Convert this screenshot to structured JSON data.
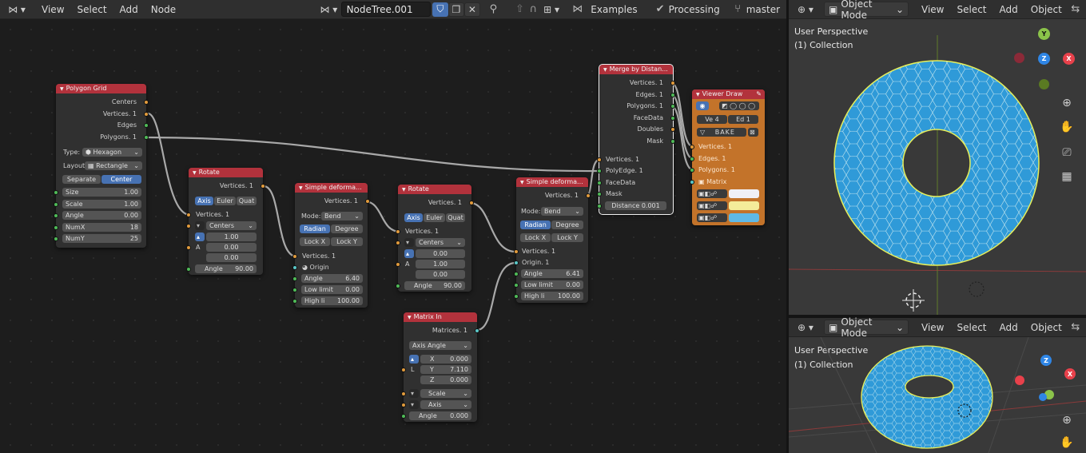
{
  "node_editor_header": {
    "menus": [
      "View",
      "Select",
      "Add",
      "Node"
    ],
    "tree_name": "NodeTree.001",
    "examples_label": "Examples",
    "processing_label": "Processing",
    "branch_label": "master"
  },
  "viewport_header": {
    "mode": "Object Mode",
    "menus": [
      "View",
      "Select",
      "Add",
      "Object"
    ]
  },
  "viewport_top": {
    "line1": "User Perspective",
    "line2": "(1) Collection"
  },
  "viewport_bottom": {
    "line1": "User Perspective",
    "line2": "(1) Collection"
  },
  "gizmo": {
    "x": "X",
    "y": "Y",
    "z": "Z"
  },
  "nodes": {
    "polygon_grid": {
      "title": "Polygon Grid",
      "out_centers": "Centers",
      "out_vertices": "Vertices. 1",
      "out_edges": "Edges",
      "out_polygons": "Polygons. 1",
      "type_label": "Type:",
      "type_value": "Hexagon",
      "layout_label": "Layout",
      "layout_value": "Rectangle",
      "separate": "Separate",
      "center": "Center",
      "size_label": "Size",
      "size_value": "1.00",
      "scale_label": "Scale",
      "scale_value": "1.00",
      "angle_label": "Angle",
      "angle_value": "0.00",
      "numx_label": "NumX",
      "numx_value": "18",
      "numy_label": "NumY",
      "numy_value": "25"
    },
    "rotate1": {
      "title": "Rotate",
      "out_vertices": "Vertices. 1",
      "axis": "Axis",
      "euler": "Euler",
      "quat": "Quat",
      "in_vertices": "Vertices. 1",
      "centers": "Centers",
      "v1": "1.00",
      "v2": "0.00",
      "v3": "0.00",
      "a_label": "A",
      "angle_label": "Angle",
      "angle_value": "90.00"
    },
    "deform1": {
      "title": "Simple deforma...",
      "out_vertices": "Vertices. 1",
      "mode_label": "Mode:",
      "mode_value": "Bend",
      "radian": "Radian",
      "degree": "Degree",
      "lock_x": "Lock X",
      "lock_y": "Lock Y",
      "in_vertices": "Vertices. 1",
      "origin": "Origin",
      "angle_label": "Angle",
      "angle_value": "6.40",
      "low_label": "Low limit",
      "low_value": "0.00",
      "high_label": "High li",
      "high_value": "100.00"
    },
    "rotate2": {
      "title": "Rotate",
      "out_vertices": "Vertices. 1",
      "axis": "Axis",
      "euler": "Euler",
      "quat": "Quat",
      "in_vertices": "Vertices. 1",
      "centers": "Centers",
      "v1": "0.00",
      "v2": "1.00",
      "v3": "0.00",
      "a_label": "A",
      "angle_label": "Angle",
      "angle_value": "90.00"
    },
    "matrix_in": {
      "title": "Matrix In",
      "out_matrices": "Matrices. 1",
      "mode_value": "Axis Angle",
      "x_label": "X",
      "x_value": "0.000",
      "y_label": "Y",
      "y_value": "7.110",
      "z_label": "Z",
      "z_value": "0.000",
      "l_label": "L",
      "scale": "Scale",
      "axis": "Axis",
      "angle_label": "Angle",
      "angle_value": "0.000"
    },
    "deform2": {
      "title": "Simple deforma...",
      "out_vertices": "Vertices. 1",
      "mode_label": "Mode:",
      "mode_value": "Bend",
      "radian": "Radian",
      "degree": "Degree",
      "lock_x": "Lock X",
      "lock_y": "Lock Y",
      "in_vertices": "Vertices. 1",
      "origin": "Origin. 1",
      "angle_label": "Angle",
      "angle_value": "6.41",
      "low_label": "Low limit",
      "low_value": "0.00",
      "high_label": "High li",
      "high_value": "100.00"
    },
    "merge": {
      "title": "Merge by Distan...",
      "out_vertices": "Vertices. 1",
      "out_edges": "Edges. 1",
      "out_polygons": "Polygons. 1",
      "out_facedata": "FaceData",
      "out_doubles": "Doubles",
      "out_mask": "Mask",
      "in_vertices": "Vertices. 1",
      "in_polyedge": "PolyEdge. 1",
      "in_facedata": "FaceData",
      "in_mask": "Mask",
      "distance_label": "Distance",
      "distance_value": "0.001"
    },
    "viewer": {
      "title": "Viewer Draw",
      "ve": "Ve",
      "ve_value": "4",
      "ed": "Ed",
      "ed_value": "1",
      "bake": "BAKE",
      "in_vertices": "Vertices. 1",
      "in_edges": "Edges. 1",
      "in_polygons": "Polygons. 1",
      "in_matrix": "Matrix",
      "colors": {
        "vert": "#f0f0f6",
        "edge": "#f4ec9a",
        "face": "#5fb9e6"
      }
    }
  },
  "colors": {
    "node_header": "#b2323c",
    "viewer_body": "#c3732a",
    "mesh_blue": "#2f9ad8",
    "mesh_edge": "#e8f05a"
  }
}
